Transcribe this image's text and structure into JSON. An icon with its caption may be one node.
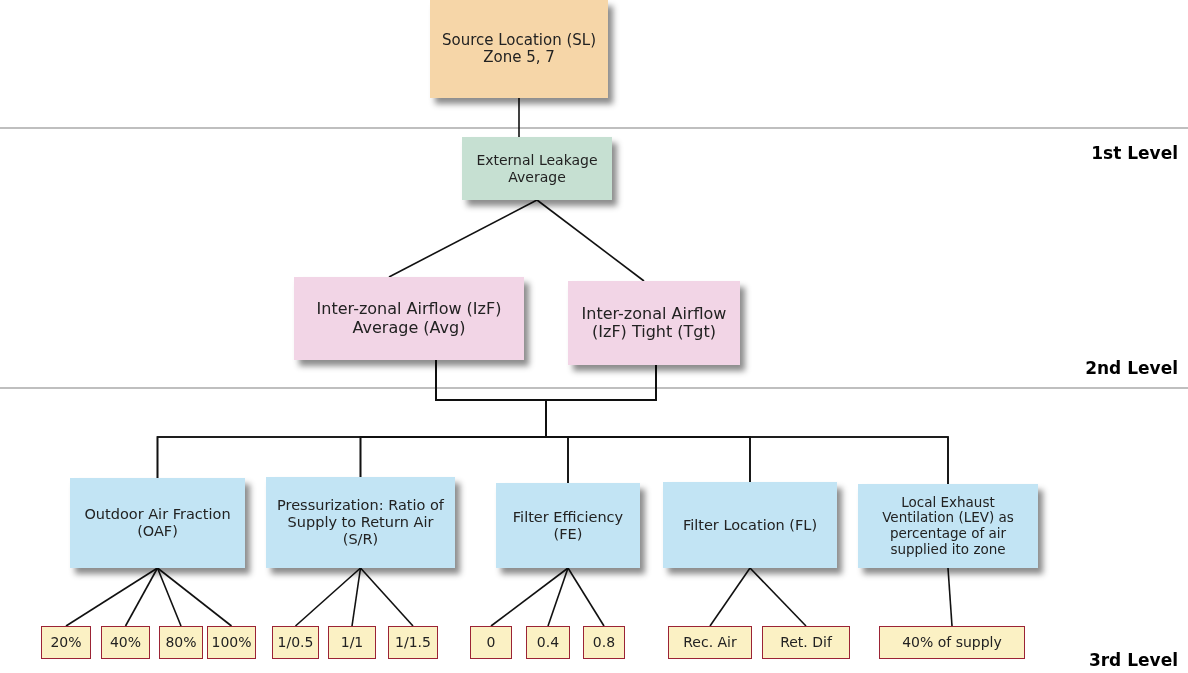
{
  "diagram": {
    "nodes": [
      {
        "text": [
          "Source Location (SL) Zone 5, 7"
        ]
      },
      {
        "text": [
          "External Leakage Average"
        ]
      },
      {
        "text": [
          "Inter-zonal Airflow (IzF) Average (Avg)"
        ]
      },
      {
        "text": [
          "Inter-zonal Airflow (IzF) Tight (Tgt)"
        ]
      },
      {
        "text": [
          "Outdoor Air Fraction (OAF)"
        ]
      },
      {
        "text": [
          "Pressurization: Ratio of Supply to Return Air (S/R)"
        ]
      },
      {
        "text": [
          "Filter Efficiency (FE)"
        ]
      },
      {
        "text": [
          "Filter Location (FL)"
        ]
      },
      {
        "text": [
          "Local Exhaust Ventilation (LEV) as percentage of air supplied ito zone"
        ]
      },
      {
        "text": [
          "20%"
        ]
      },
      {
        "text": [
          "40%"
        ]
      },
      {
        "text": [
          "80%"
        ]
      },
      {
        "text": [
          "100%"
        ]
      },
      {
        "text": [
          "1/0.5"
        ]
      },
      {
        "text": [
          "1/1"
        ]
      },
      {
        "text": [
          "1/1.5"
        ]
      },
      {
        "text": [
          "0"
        ]
      },
      {
        "text": [
          "0.4"
        ]
      },
      {
        "text": [
          "0.8"
        ]
      },
      {
        "text": [
          "Rec. Air"
        ]
      },
      {
        "text": [
          "Ret. Dif"
        ]
      },
      {
        "text": [
          "40% of supply"
        ]
      }
    ],
    "edges": [
      {
        "from": 0,
        "to": 1,
        "arrow": "none"
      },
      {
        "from": 1,
        "to": 2,
        "arrow": "none"
      },
      {
        "from": 1,
        "to": 3,
        "arrow": "none"
      },
      {
        "from": 2,
        "to": 4,
        "arrow": "none"
      },
      {
        "from": 2,
        "to": 5,
        "arrow": "none"
      },
      {
        "from": 2,
        "to": 6,
        "arrow": "none"
      },
      {
        "from": 2,
        "to": 7,
        "arrow": "none"
      },
      {
        "from": 2,
        "to": 8,
        "arrow": "none"
      },
      {
        "from": 3,
        "to": 4,
        "arrow": "none"
      },
      {
        "from": 3,
        "to": 5,
        "arrow": "none"
      },
      {
        "from": 3,
        "to": 6,
        "arrow": "none"
      },
      {
        "from": 3,
        "to": 7,
        "arrow": "none"
      },
      {
        "from": 3,
        "to": 8,
        "arrow": "none"
      },
      {
        "from": 4,
        "to": 9,
        "arrow": "none"
      },
      {
        "from": 4,
        "to": 10,
        "arrow": "none"
      },
      {
        "from": 4,
        "to": 11,
        "arrow": "none"
      },
      {
        "from": 4,
        "to": 12,
        "arrow": "none"
      },
      {
        "from": 5,
        "to": 13,
        "arrow": "none"
      },
      {
        "from": 5,
        "to": 14,
        "arrow": "none"
      },
      {
        "from": 5,
        "to": 15,
        "arrow": "none"
      },
      {
        "from": 6,
        "to": 16,
        "arrow": "none"
      },
      {
        "from": 6,
        "to": 17,
        "arrow": "none"
      },
      {
        "from": 6,
        "to": 18,
        "arrow": "none"
      },
      {
        "from": 7,
        "to": 19,
        "arrow": "none"
      },
      {
        "from": 7,
        "to": 20,
        "arrow": "none"
      },
      {
        "from": 8,
        "to": 21,
        "arrow": "none"
      }
    ],
    "labels": [
      "1st Level",
      "2nd Level",
      "3rd Level"
    ]
  }
}
